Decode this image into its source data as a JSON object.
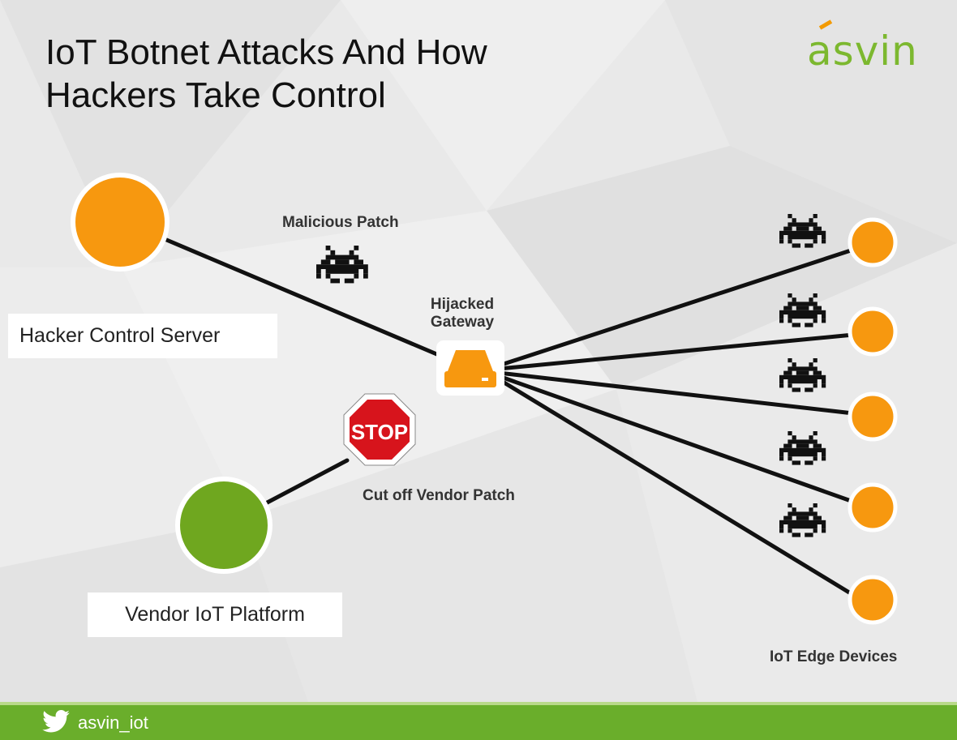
{
  "title": "IoT Botnet Attacks And How\nHackers Take Control",
  "logo_text": "asvin",
  "nodes": {
    "hacker_server": "Hacker Control Server",
    "vendor_platform": "Vendor IoT Platform",
    "gateway": "Hijacked\nGateway",
    "edge_devices": "IoT Edge Devices"
  },
  "annotations": {
    "malicious_patch": "Malicious Patch",
    "cut_off": "Cut off Vendor Patch",
    "stop_sign": "STOP"
  },
  "footer": {
    "twitter_handle": "asvin_iot",
    "icon": "twitter-bird-icon"
  },
  "colors": {
    "orange": "#f7980f",
    "green": "#6fa71f",
    "footer_green": "#6aae2b",
    "stop_red": "#d7141c",
    "logo_green": "#7cb82f"
  }
}
